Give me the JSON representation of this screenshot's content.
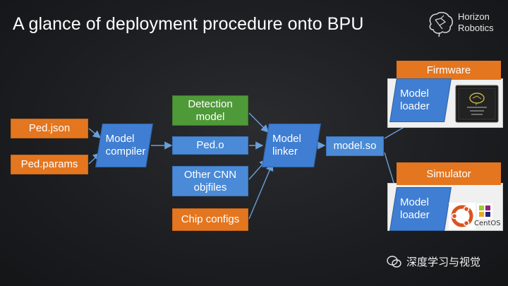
{
  "title": "A glance of deployment procedure onto BPU",
  "logo": {
    "line1": "Horizon",
    "line2": "Robotics",
    "icon": "brain-icon"
  },
  "inputs": {
    "ped_json": "Ped.json",
    "ped_params": "Ped.params"
  },
  "model_compiler": "Model compiler",
  "mid_items": {
    "detection_model": "Detection model",
    "ped_o": "Ped.o",
    "other_cnn": "Other CNN objfiles",
    "chip_configs": "Chip configs"
  },
  "model_linker": "Model linker",
  "model_so": "model.so",
  "firmware": {
    "label": "Firmware",
    "loader": "Model loader",
    "chip_icon": "chip-icon"
  },
  "simulator": {
    "label": "Simulator",
    "loader": "Model loader",
    "os_icons": [
      "ubuntu-logo-icon",
      "centos-logo-icon"
    ],
    "os_label": "CentOS"
  },
  "watermark": "深度学习与视觉",
  "colors": {
    "orange": "#e4761f",
    "green": "#4f9a38",
    "blue": "#4a8ad6",
    "parallelogram": "#3f7ed2"
  }
}
